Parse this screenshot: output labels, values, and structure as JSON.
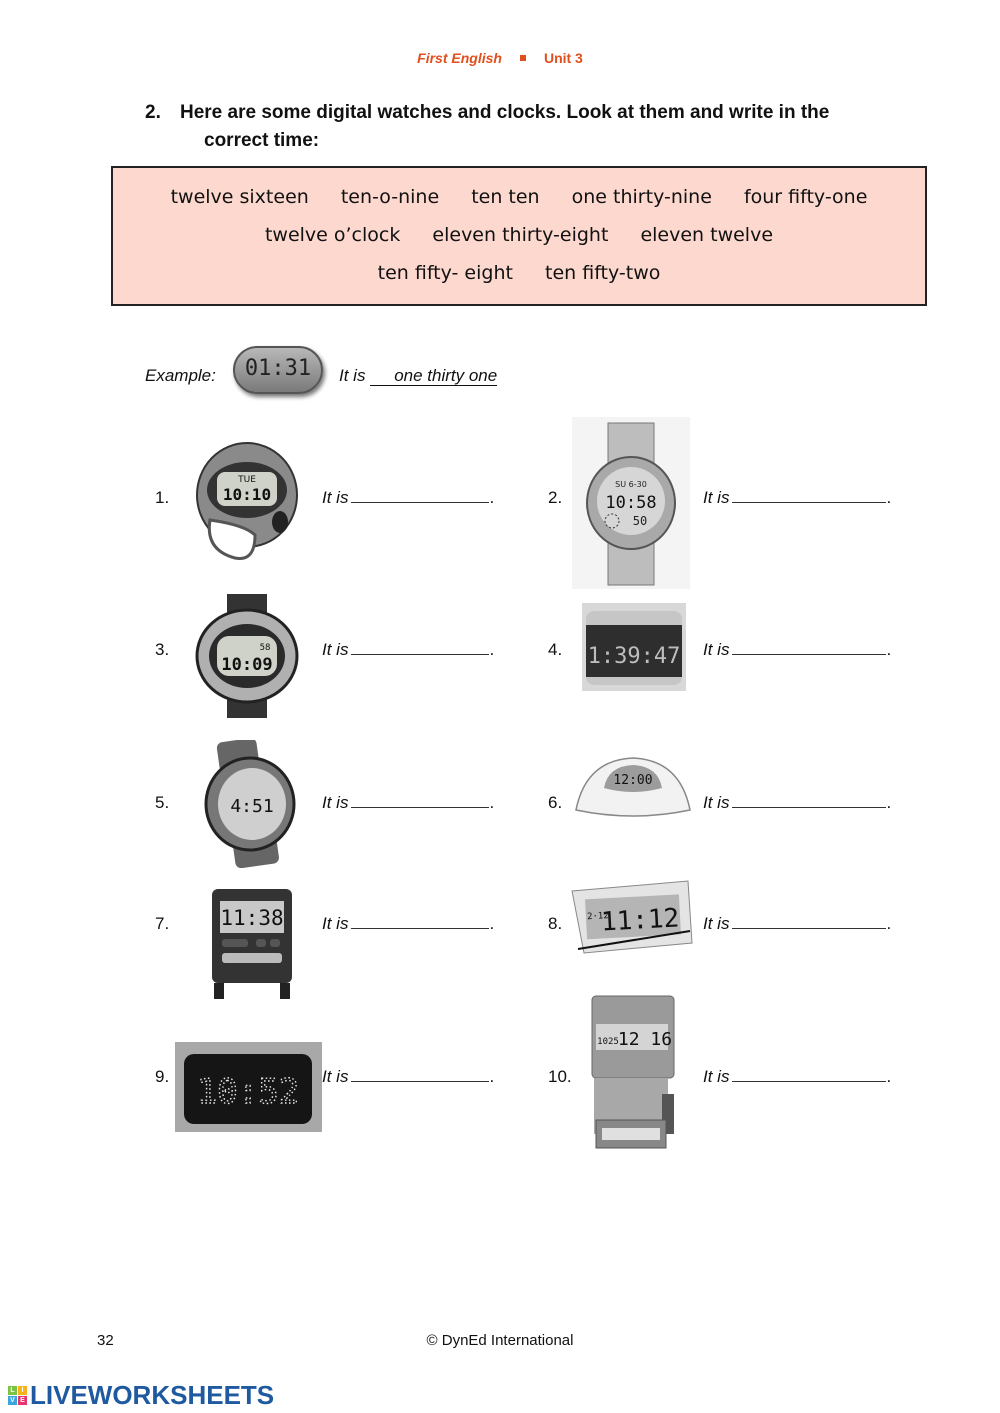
{
  "header": {
    "book": "First English",
    "unit": "Unit 3",
    "color": "#e0501e"
  },
  "question": {
    "number": "2.",
    "line1": "Here are some digital watches and clocks. Look at them and write in the",
    "line2": "correct time:"
  },
  "word_bank": {
    "background": "#fdd8cf",
    "rows": [
      [
        "twelve sixteen",
        "ten-o-nine",
        "ten ten",
        "one thirty-nine",
        "four fifty-one"
      ],
      [
        "twelve o’clock",
        "eleven thirty-eight",
        "eleven twelve"
      ],
      [
        "ten fifty- eight",
        "ten fifty-two"
      ]
    ]
  },
  "example": {
    "label": "Example:",
    "display": "01:31",
    "prompt": "It is",
    "answer": "one thirty one"
  },
  "items": [
    {
      "number": "1.",
      "prompt": "It is",
      "display": "10:10",
      "device": "stopwatch"
    },
    {
      "number": "2.",
      "prompt": "It is",
      "display": "10:58",
      "device": "wristwatch-metal"
    },
    {
      "number": "3.",
      "prompt": "It is",
      "display": "10:09",
      "device": "sport-watch"
    },
    {
      "number": "4.",
      "prompt": "It is",
      "display": "1:39:47",
      "device": "cylinder-clock"
    },
    {
      "number": "5.",
      "prompt": "It is",
      "display": "4:51",
      "device": "sport-watch-round"
    },
    {
      "number": "6.",
      "prompt": "It is",
      "display": "12:00",
      "device": "dome-alarm-clock"
    },
    {
      "number": "7.",
      "prompt": "It is",
      "display": "11:38",
      "device": "travel-alarm-clock"
    },
    {
      "number": "8.",
      "prompt": "It is",
      "display": "11:12",
      "device": "desk-clock"
    },
    {
      "number": "9.",
      "prompt": "It is",
      "display": "10:52",
      "device": "led-clock"
    },
    {
      "number": "10.",
      "prompt": "It is",
      "display": "12:16",
      "device": "time-stamp-clock"
    }
  ],
  "footer": {
    "page": "32",
    "copyright": "© DynEd International"
  },
  "brand": {
    "name": "LIVEWORKSHEETS",
    "grid": [
      "L",
      "I",
      "V",
      "E"
    ],
    "grid_colors": [
      "#7cc243",
      "#f6b31b",
      "#3aa6dd",
      "#e8336e"
    ],
    "color": "#1f5aa0"
  }
}
